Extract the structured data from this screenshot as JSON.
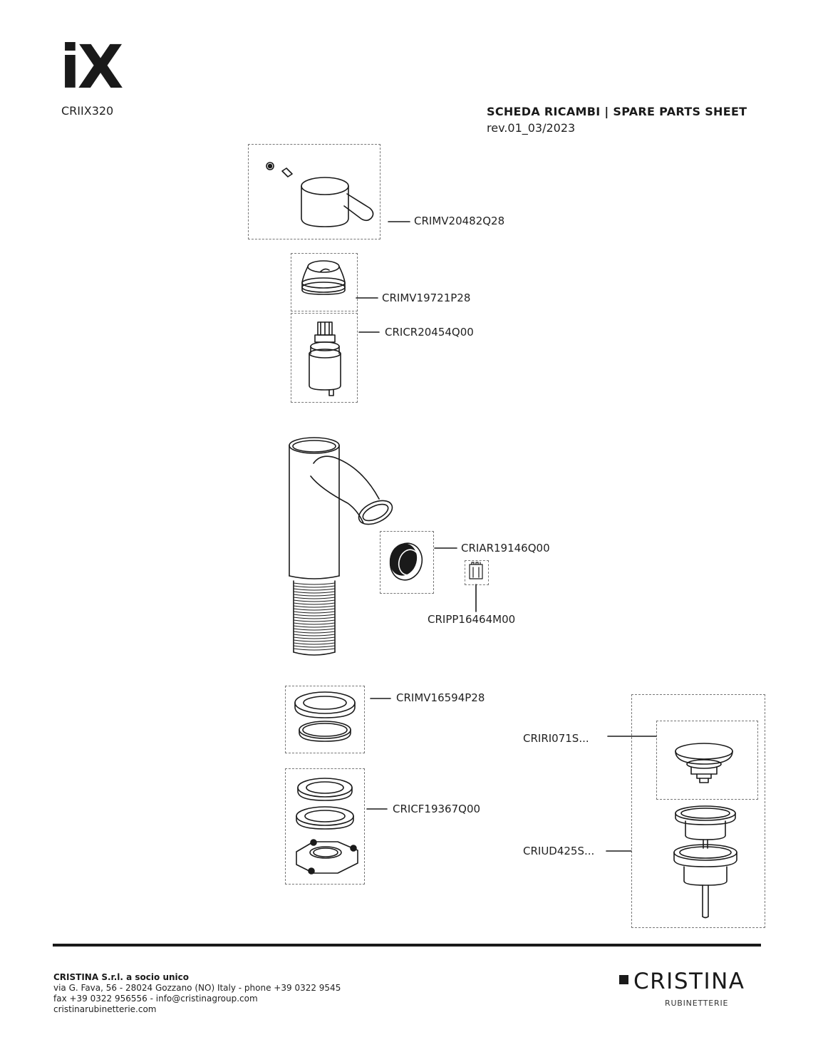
{
  "header": {
    "logo_text": "iX",
    "model_code": "CRIIX320",
    "sheet_title": "SCHEDA RICAMBI | SPARE PARTS SHEET",
    "revision": "rev.01_03/2023"
  },
  "parts": [
    {
      "code": "CRIMV20482Q28",
      "icon": "lever-handle"
    },
    {
      "code": "CRIMV19721P28",
      "icon": "cover-cap"
    },
    {
      "code": "CRICR20454Q00",
      "icon": "cartridge"
    },
    {
      "code": "CRIAR19146Q00",
      "icon": "aerator"
    },
    {
      "code": "CRIPP16464M00",
      "icon": "aerator-key"
    },
    {
      "code": "CRIMV16594P28",
      "icon": "base-gaskets"
    },
    {
      "code": "CRICF19367Q00",
      "icon": "fixing-kit"
    },
    {
      "code": "CRIRI071S...",
      "icon": "waste-plug"
    },
    {
      "code": "CRIUD425S...",
      "icon": "waste-body"
    }
  ],
  "footer": {
    "company": "CRISTINA S.r.l. a socio unico",
    "address": "via G. Fava, 56 - 28024 Gozzano (NO) Italy - phone +39 0322 9545",
    "contacts": "fax +39 0322 956556 - info@cristinagroup.com",
    "website": "cristinarubinetterie.com",
    "brand": "CRISTINA",
    "brand_sub": "RUBINETTERIE"
  },
  "colors": {
    "ink": "#1a1a1a",
    "dashed_border": "#777777"
  }
}
